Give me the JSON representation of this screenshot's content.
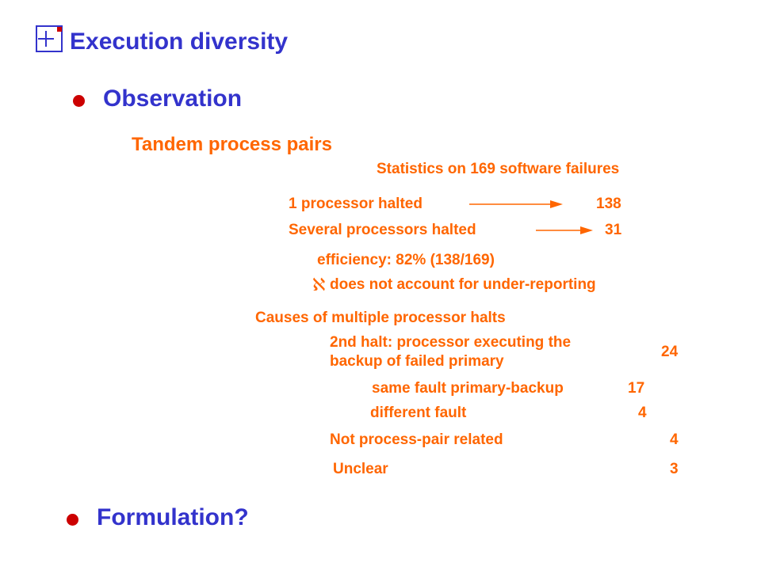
{
  "title": "Execution diversity",
  "colors": {
    "heading": "#3333cc",
    "body": "#ff6600",
    "bullet": "#cc0000"
  },
  "icons": {
    "title": "plus-box-icon",
    "note": "implication-icon"
  },
  "bullets": [
    {
      "label": "Observation"
    },
    {
      "label": "Formulation?"
    }
  ],
  "content": {
    "heading": "Tandem process pairs",
    "stats_heading": "Statistics on 169 software failures",
    "rows": [
      {
        "label": "1 processor halted",
        "value": "138"
      },
      {
        "label": "Several processors halted",
        "value": "31"
      }
    ],
    "efficiency": "efficiency: 82% (138/169)",
    "note": "does not account for under-reporting",
    "causes_heading": "Causes of multiple processor halts",
    "cause1": {
      "line1": "2nd halt: processor executing the",
      "line2": "backup of failed primary",
      "value": "24"
    },
    "subcauses": [
      {
        "label": "same fault primary-backup",
        "value": "17"
      },
      {
        "label": "different fault",
        "value": "4"
      }
    ],
    "not_pair": {
      "label": "Not process-pair related",
      "value": "4"
    },
    "unclear": {
      "label": "Unclear",
      "value": "3"
    }
  }
}
